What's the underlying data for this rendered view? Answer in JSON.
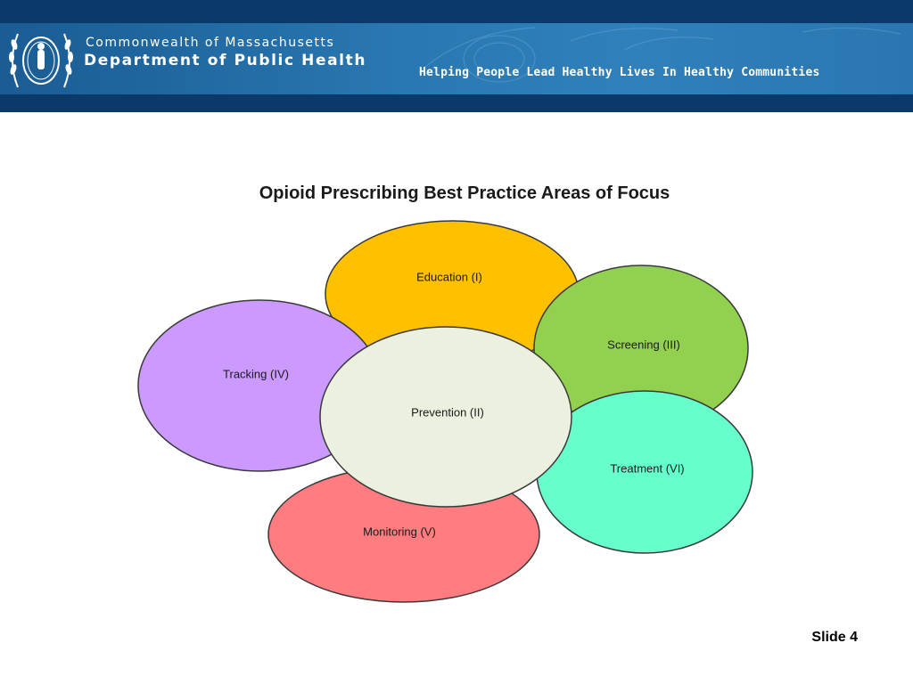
{
  "header": {
    "org_line1": "Commonwealth of Massachusetts",
    "org_line2": "Department of Public Health",
    "tagline": "Helping People Lead Healthy Lives In Healthy Communities",
    "colors": {
      "dark_strip": "#0b3a6a",
      "band": "#2a78b2",
      "text": "#ffffff"
    },
    "logo_icon": "massachusetts-seal-icon"
  },
  "diagram": {
    "title": "Opioid Prescribing Best Practice Areas of Focus",
    "nodes": [
      {
        "id": "education",
        "label": "Education (I)",
        "color": "#ffc000"
      },
      {
        "id": "screening",
        "label": "Screening (III)",
        "color": "#92d050"
      },
      {
        "id": "treatment",
        "label": "Treatment (VI)",
        "color": "#66ffcc"
      },
      {
        "id": "monitoring",
        "label": "Monitoring (V)",
        "color": "#ff7c80"
      },
      {
        "id": "tracking",
        "label": "Tracking (IV)",
        "color": "#cc99ff"
      },
      {
        "id": "prevention",
        "label": "Prevention (II)",
        "color": "#ebf1de"
      }
    ]
  },
  "footer": {
    "slide_number": "Slide 4"
  }
}
